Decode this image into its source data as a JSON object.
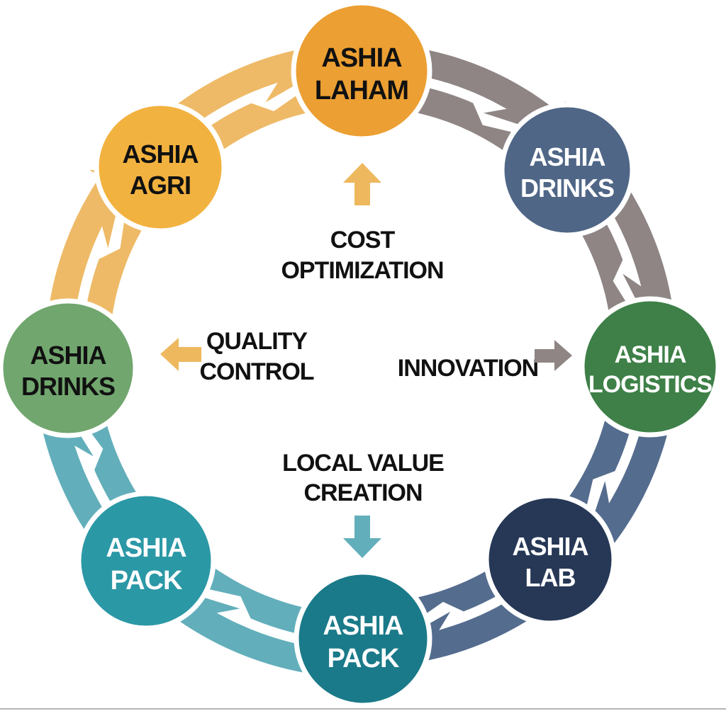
{
  "diagram": {
    "type": "cycle",
    "nodes": [
      {
        "id": "laham",
        "line1": "ASHIA",
        "line2": "LAHAM",
        "fill": "#EC9F32",
        "text_color": "#111111"
      },
      {
        "id": "drinks-blue",
        "line1": "ASHIA",
        "line2": "DRINKS",
        "fill": "#4F6686",
        "text_color": "#FFFFFF"
      },
      {
        "id": "logistics",
        "line1": "ASHIA",
        "line2": "LOGISTICS",
        "fill": "#3E8048",
        "text_color": "#FFFFFF"
      },
      {
        "id": "lab",
        "line1": "ASHIA",
        "line2": "LAB",
        "fill": "#263856",
        "text_color": "#FFFFFF"
      },
      {
        "id": "pack-bottom",
        "line1": "ASHIA",
        "line2": "PACK",
        "fill": "#1A7A89",
        "text_color": "#FFFFFF"
      },
      {
        "id": "pack-left",
        "line1": "ASHIA",
        "line2": "PACK",
        "fill": "#2B98A6",
        "text_color": "#FFFFFF"
      },
      {
        "id": "drinks-green",
        "line1": "ASHIA",
        "line2": "DRINKS",
        "fill": "#71A66E",
        "text_color": "#111111"
      },
      {
        "id": "agri",
        "line1": "ASHIA",
        "line2": "AGRI",
        "fill": "#F2B23F",
        "text_color": "#111111"
      }
    ],
    "arrows": [
      {
        "from": "laham",
        "to": "drinks-blue",
        "color": "#8E8584"
      },
      {
        "from": "drinks-blue",
        "to": "logistics",
        "color": "#8E8584"
      },
      {
        "from": "logistics",
        "to": "lab",
        "color": "#546C8E"
      },
      {
        "from": "lab",
        "to": "pack-bottom",
        "color": "#546C8E"
      },
      {
        "from": "pack-bottom",
        "to": "pack-left",
        "color": "#62AFBB"
      },
      {
        "from": "pack-left",
        "to": "drinks-green",
        "color": "#62AFBB"
      },
      {
        "from": "drinks-green",
        "to": "agri",
        "color": "#EEBA67"
      },
      {
        "from": "agri",
        "to": "laham",
        "color": "#EEBA67"
      }
    ],
    "center_labels": [
      {
        "id": "cost-optimization",
        "lines": [
          "COST",
          "OPTIMIZATION"
        ],
        "arrow_direction": "up",
        "arrow_color": "#EEB85E"
      },
      {
        "id": "quality-control",
        "lines": [
          "QUALITY",
          "CONTROL"
        ],
        "arrow_direction": "left",
        "arrow_color": "#EEB85E"
      },
      {
        "id": "innovation",
        "lines": [
          "INNOVATION"
        ],
        "arrow_direction": "right",
        "arrow_color": "#8E8584"
      },
      {
        "id": "local-value-creation",
        "lines": [
          "LOCAL VALUE",
          "CREATION"
        ],
        "arrow_direction": "down",
        "arrow_color": "#62AFBB"
      }
    ]
  }
}
